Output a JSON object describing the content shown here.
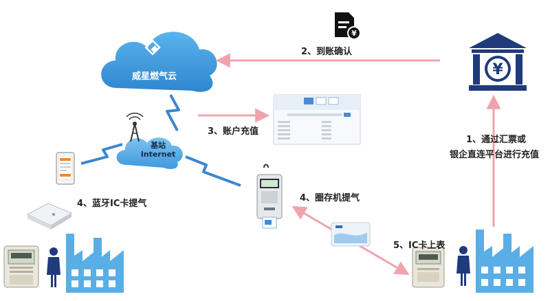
{
  "cloud": {
    "title": "威星燃气云"
  },
  "base_station": {
    "line1": "基站",
    "line2": "Internet"
  },
  "labels": {
    "arrival_confirm": "2、到账确认",
    "account_recharge": "3、账户充值",
    "bank_recharge_line1": "1、通过汇票或",
    "bank_recharge_line2": "银企直连平台进行充值",
    "bluetooth_ic": "4、蓝牙IC卡提气",
    "circle_machine": "4、圈存机提气",
    "ic_card_meter": "5、IC卡上表"
  },
  "colors": {
    "cloud_blue": "#3a9bdc",
    "bank_navy": "#1f3b7a",
    "factory_blue": "#5aaee6",
    "arrow_pink": "#f0a3ad",
    "lightning_blue": "#3e86cc"
  },
  "icons": [
    "invoice-yen-icon",
    "bank-yen-icon",
    "factory-icon",
    "person-icon",
    "gas-meter-icon",
    "ic-card-icon",
    "bluetooth-reader-icon",
    "smartphone-icon",
    "recharge-terminal-icon",
    "web-portal-screenshot"
  ]
}
